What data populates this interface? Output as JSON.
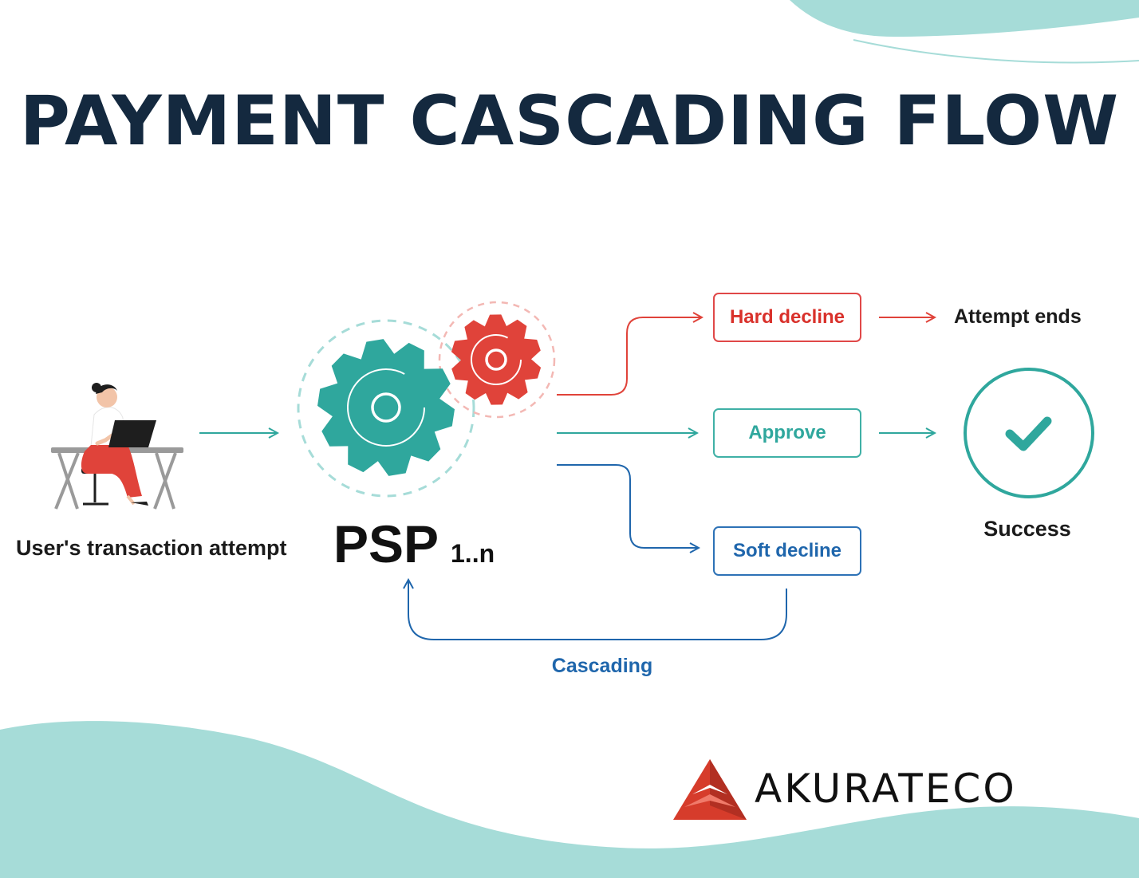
{
  "title": "PAYMENT CASCADING FLOW",
  "source": {
    "label": "User's transaction attempt"
  },
  "processor": {
    "label": "PSP",
    "range": "1..n"
  },
  "outcomes": {
    "hard_decline": "Hard decline",
    "approve": "Approve",
    "soft_decline": "Soft decline"
  },
  "results": {
    "attempt_ends": "Attempt ends",
    "success": "Success"
  },
  "loop_label": "Cascading",
  "brand": {
    "name": "AKURATECO"
  },
  "colors": {
    "title": "#14293f",
    "teal": "#2fa79d",
    "red": "#e0433a",
    "blue": "#1f66ac",
    "wave": "#a6dcd8"
  },
  "icons": [
    "person-at-laptop-icon",
    "teal-gear-icon",
    "red-gear-icon",
    "checkmark-icon",
    "akurateco-logo-icon"
  ]
}
